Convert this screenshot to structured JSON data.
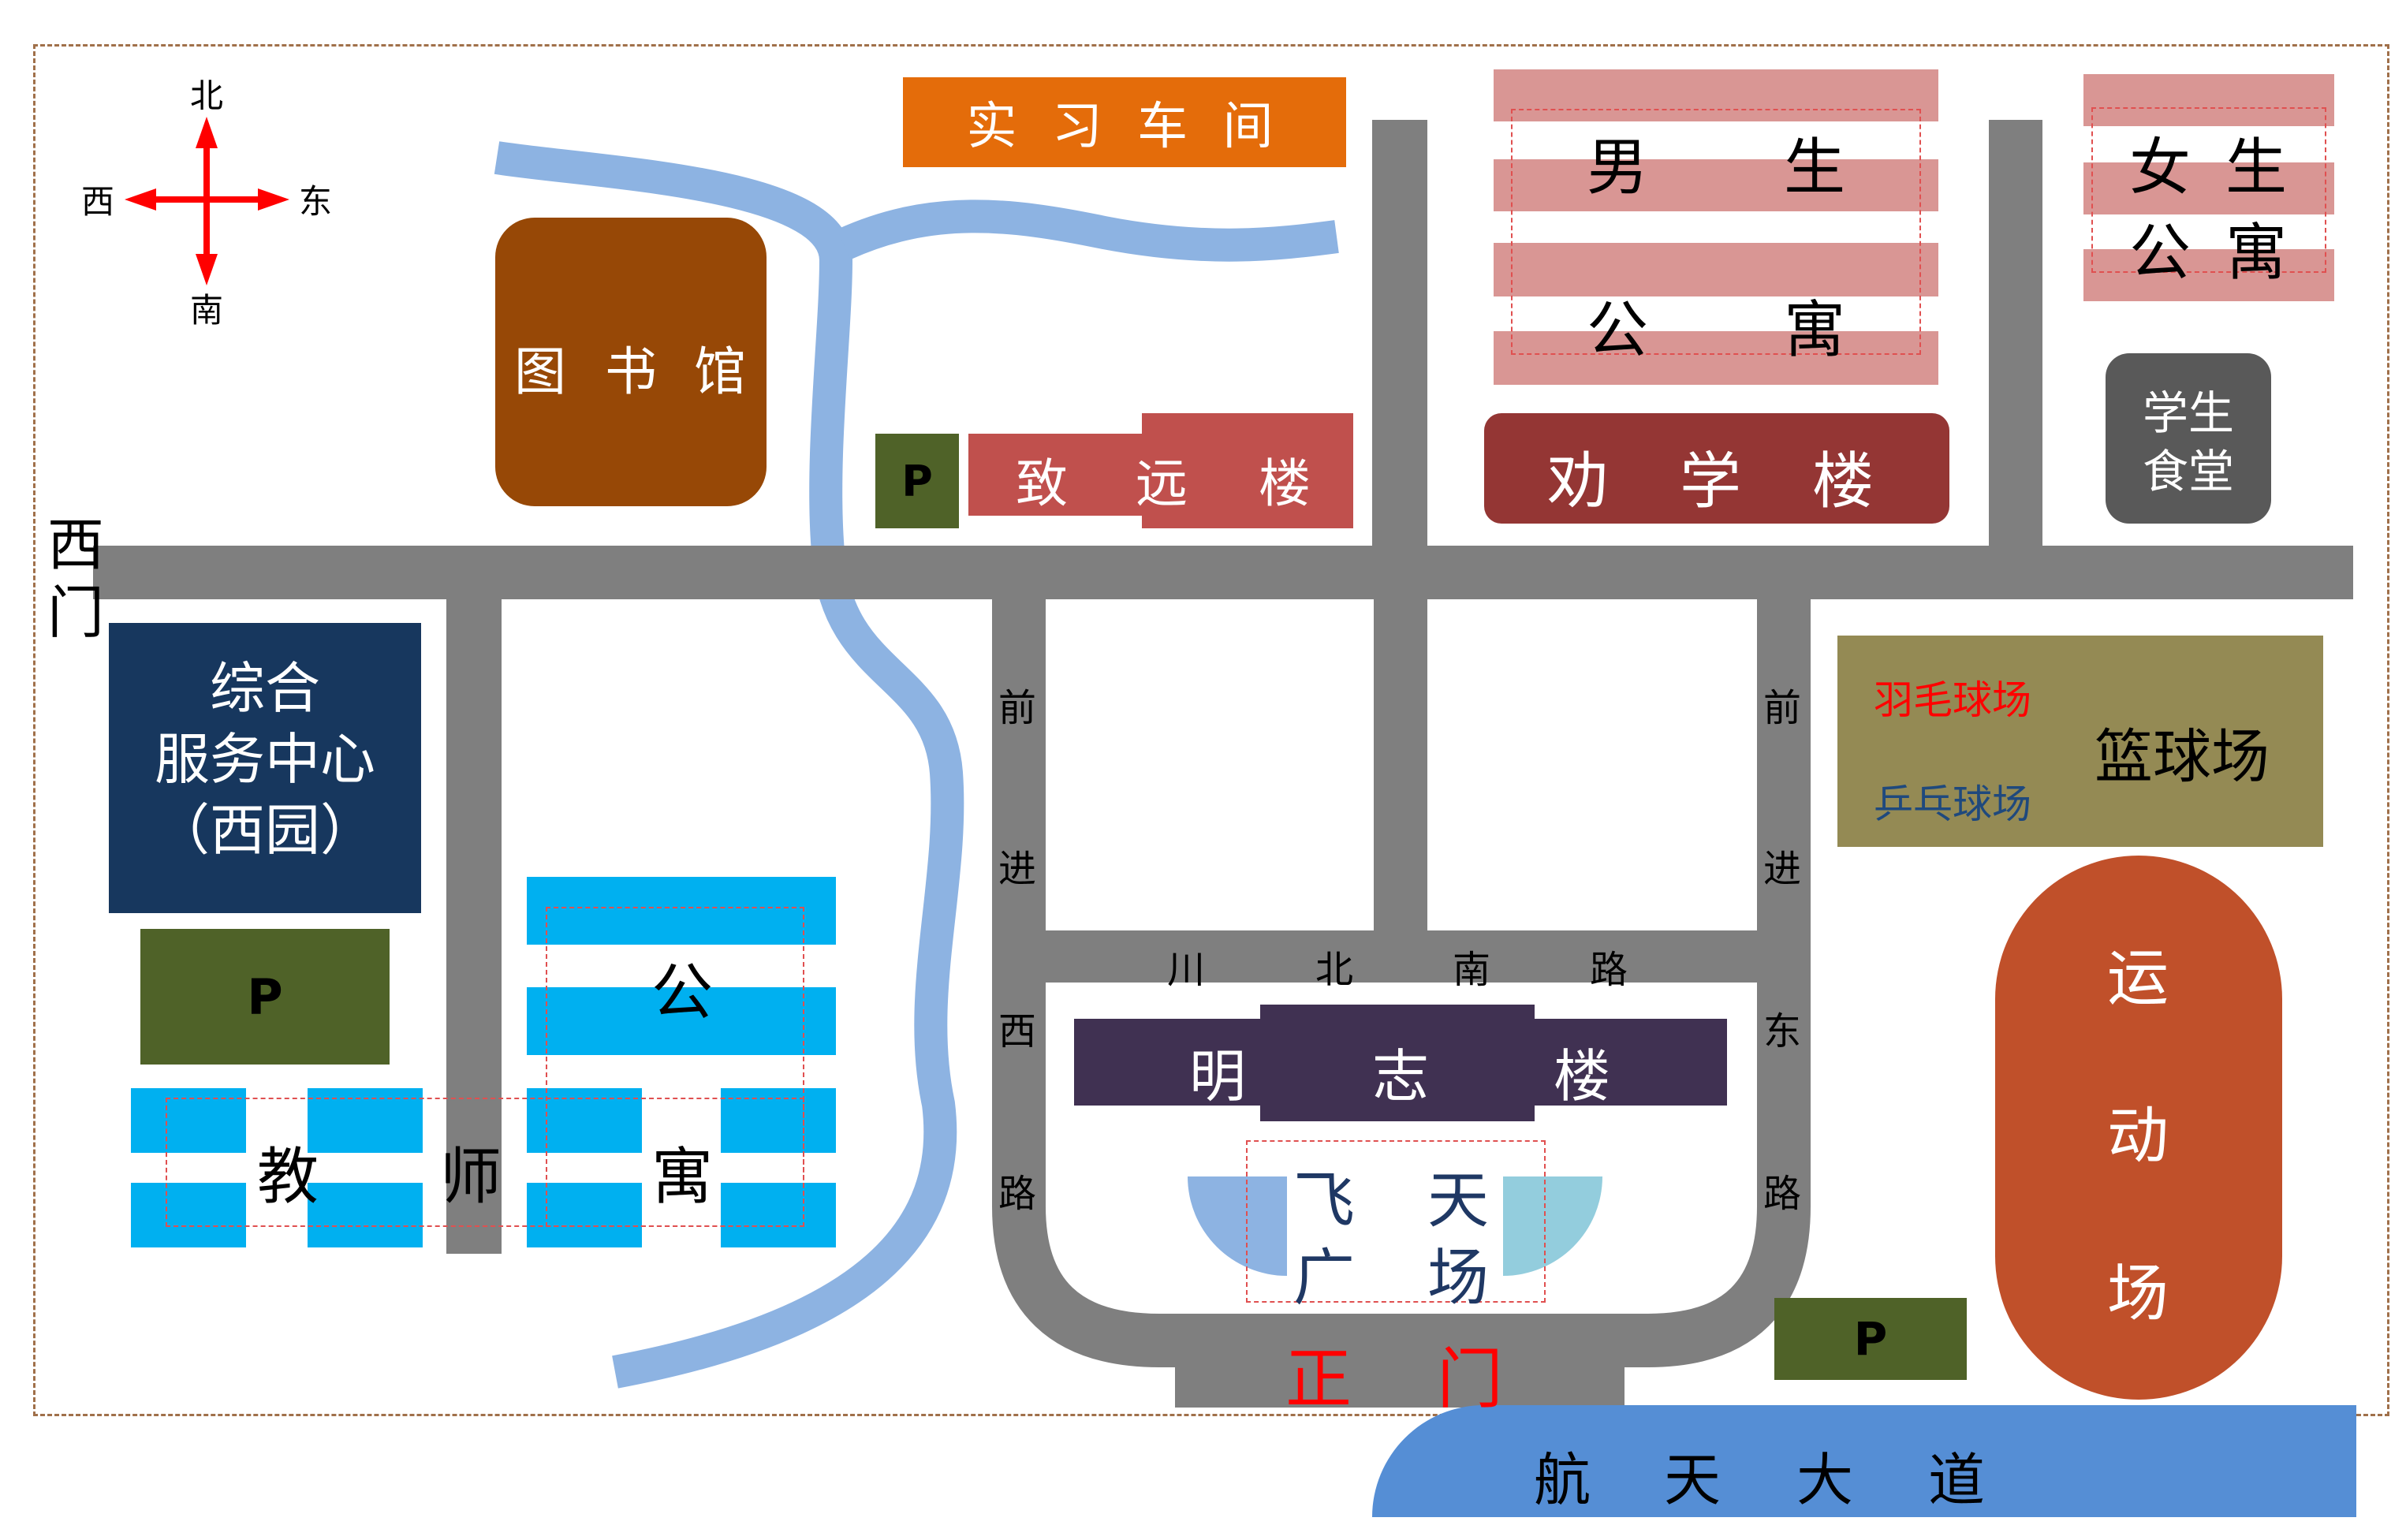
{
  "compass": {
    "north": "北",
    "south": "南",
    "west": "西",
    "east": "东"
  },
  "colors": {
    "road": "#7f7f7f",
    "river": "#8db3e2",
    "workshop": "#e46c0a",
    "library": "#974806",
    "zhiyuan": "#c0504d",
    "jiuxue": "#943634",
    "male_dorm": "#d99694",
    "canteen": "#595959",
    "service_center": "#17375e",
    "parking": "#4f6228",
    "teacher_dorm": "#00b0f0",
    "mingzhi": "#403152",
    "court": "#948a54",
    "track": "#c0502a",
    "avenue": "#558ed5",
    "main_gate": "#ff0000",
    "badminton": "#ff0000",
    "pingpong": "#1f497d"
  },
  "buildings": {
    "workshop": "实 习 车 间",
    "library": [
      "图",
      "书",
      "馆"
    ],
    "zhiyuan": [
      "致",
      "远",
      "楼"
    ],
    "jiuxue": [
      "劝",
      "学",
      "楼"
    ],
    "male_dorm": [
      "男",
      "生",
      "公",
      "寓"
    ],
    "female_dorm": [
      "女",
      "生",
      "公",
      "寓"
    ],
    "canteen": [
      "学生",
      "食堂"
    ],
    "service_center": [
      "综合",
      "服务中心",
      "（西园）"
    ],
    "teacher_dorm": [
      "教",
      "师",
      "公",
      "寓"
    ],
    "mingzhi": [
      "明",
      "志",
      "楼"
    ],
    "feitian_square": [
      "飞",
      "天",
      "广",
      "场"
    ],
    "courts": {
      "badminton": "羽毛球场",
      "pingpong": "乒乓球场",
      "basketball": "篮球场"
    },
    "track": [
      "运",
      "动",
      "场"
    ]
  },
  "parking_label": "P",
  "roads": {
    "west_gate": [
      "西",
      "门"
    ],
    "qianjin_west": [
      "前",
      "进",
      "西",
      "路"
    ],
    "qianjin_east": [
      "前",
      "进",
      "东",
      "路"
    ],
    "chuanbei_south": [
      "川",
      "北",
      "南",
      "路"
    ],
    "main_gate": [
      "正",
      "门"
    ],
    "hangtian_avenue": [
      "航",
      "天",
      "大",
      "道"
    ]
  }
}
